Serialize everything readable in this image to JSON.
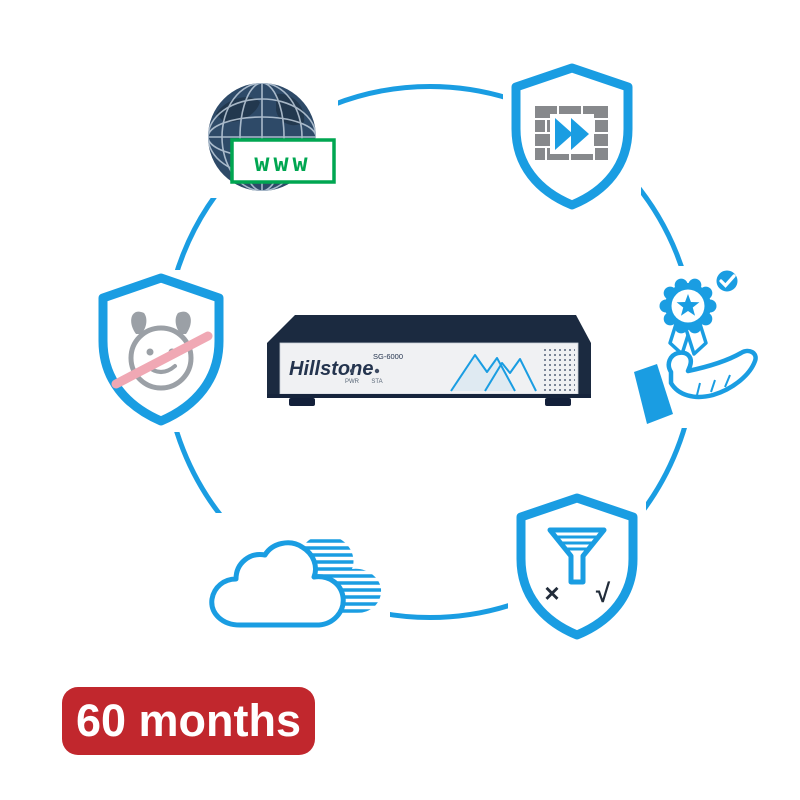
{
  "colors": {
    "accent_blue": "#1A9DE2",
    "device_navy": "#1B2A40",
    "logo_navy": "#24344E",
    "www_green": "#00A651",
    "badge_red": "#C1272D",
    "face_gray": "#9BA0A6",
    "brick_gray": "#87898C",
    "slash_pink": "#F0A8B4"
  },
  "duration_badge": {
    "label": "60 months"
  },
  "device": {
    "brand": "Hillstone",
    "model": "SG-6000",
    "leds": [
      "PWR",
      "STA"
    ]
  },
  "features": {
    "web": {
      "icon": "globe-www-icon",
      "label": "www"
    },
    "firewall": {
      "icon": "firewall-shield-icon"
    },
    "warranty": {
      "icon": "warranty-badge-hand-icon"
    },
    "filtering": {
      "icon": "filter-shield-icon",
      "reject_symbol": "×",
      "accept_symbol": "√"
    },
    "cloud": {
      "icon": "cloud-icon"
    },
    "anti_malware": {
      "icon": "anti-malware-shield-icon"
    }
  }
}
